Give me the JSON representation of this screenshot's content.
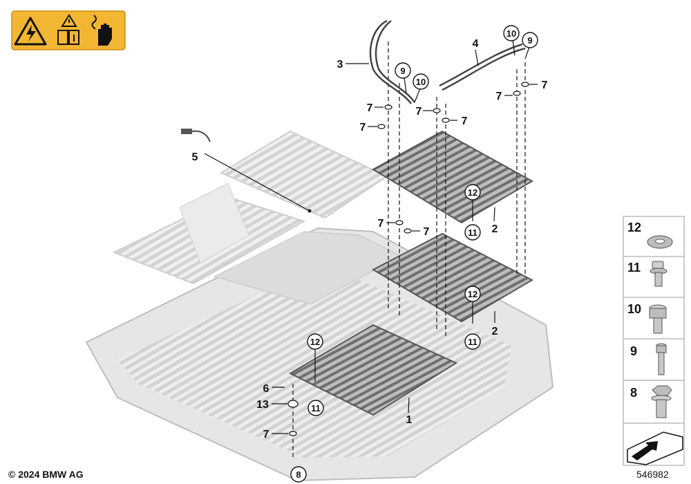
{
  "warning_panel": {
    "icons": [
      "high-voltage-warning-icon",
      "read-manual-icon",
      "no-touch-hand-icon"
    ],
    "color": "#f2b632"
  },
  "callouts": {
    "c1": "1",
    "c2a": "2",
    "c2b": "2",
    "c3": "3",
    "c4": "4",
    "c5": "5",
    "c6": "6",
    "c7_1": "7",
    "c7_2": "7",
    "c7_3": "7",
    "c7_4": "7",
    "c7_5": "7",
    "c7_6": "7",
    "c7_7": "7",
    "c7_8": "7",
    "c7_9": "7",
    "c8": "8",
    "c9a": "9",
    "c9b": "9",
    "c10a": "10",
    "c10b": "10",
    "c11a": "11",
    "c11b": "11",
    "c11c": "11",
    "c12a": "12",
    "c12b": "12",
    "c12c": "12",
    "c13": "13"
  },
  "side_legend": [
    {
      "number": "12",
      "icon": "washer-icon"
    },
    {
      "number": "11",
      "icon": "collar-screw-icon"
    },
    {
      "number": "10",
      "icon": "torx-screw-icon"
    },
    {
      "number": "9",
      "icon": "slim-screw-icon"
    },
    {
      "number": "8",
      "icon": "hex-bolt-icon"
    },
    {
      "number": "",
      "icon": "direction-arrow-icon"
    }
  ],
  "footer": {
    "copyright": "© 2024 BMW AG",
    "diagram_id": "546982"
  }
}
